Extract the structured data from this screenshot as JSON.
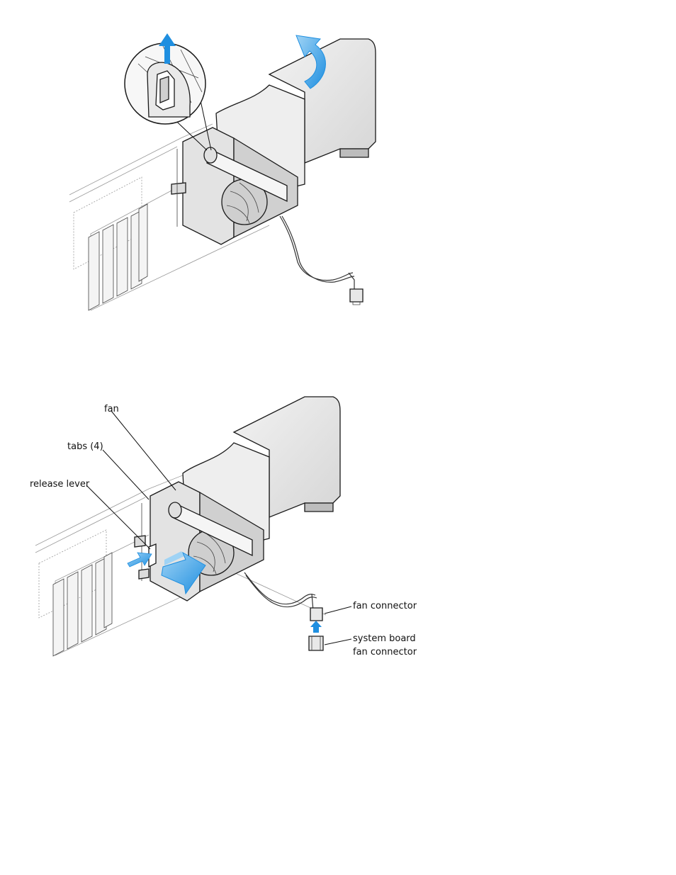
{
  "figure_top": {
    "description_labels": []
  },
  "figure_bottom": {
    "labels": {
      "fan": "fan",
      "tabs": "tabs (4)",
      "release_lever": "release lever",
      "fan_connector": "fan connector",
      "system_board_line1": "system board",
      "system_board_line2": "fan connector"
    }
  },
  "colors": {
    "arrow_blue": "#1f8fe0",
    "arrow_light": "#7cc3f0",
    "outline": "#1a1a1a",
    "panel": "#e7e7e7"
  }
}
